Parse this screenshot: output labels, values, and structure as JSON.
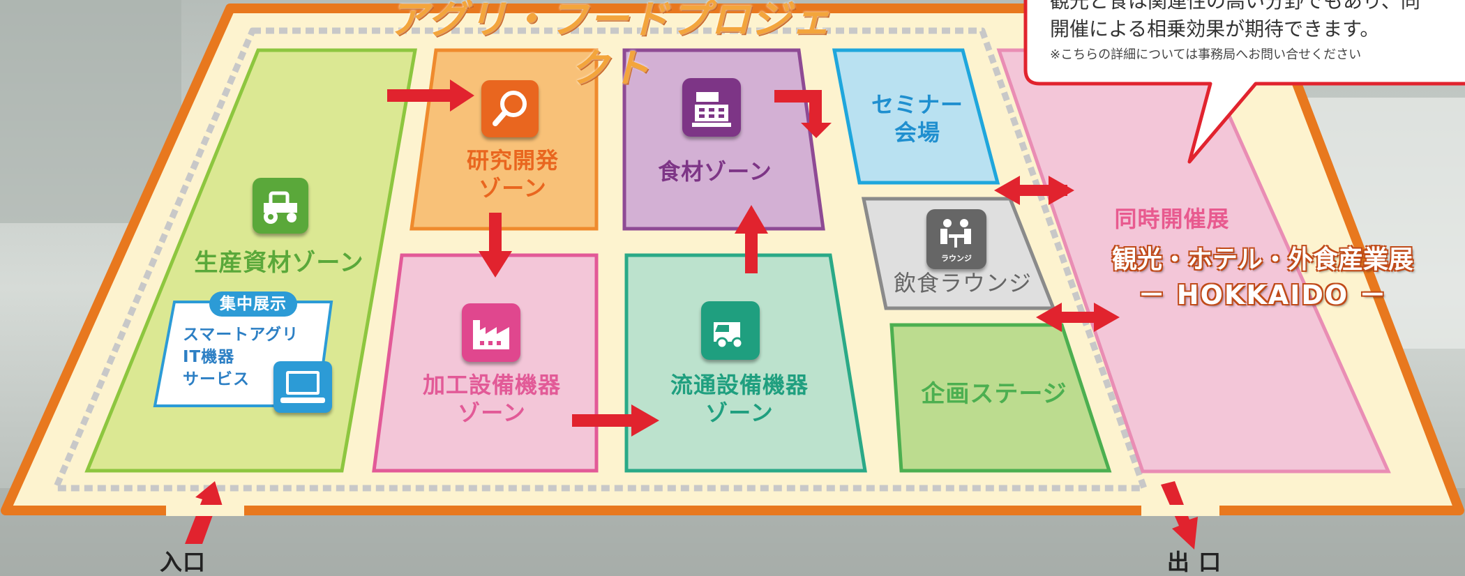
{
  "title": "アグリ・フードプロジェクト",
  "callout": {
    "line1": "観光と食は関連性の高い分野でもあり、同",
    "line2": "開催による相乗効果が期待できます。",
    "note": "※こちらの詳細については事務局へお問い合せください"
  },
  "zones": {
    "production": "生産資材ゾーン",
    "rnd": "研究開発\nゾーン",
    "food": "食材ゾーン",
    "seminar": "セミナー\n会場",
    "processing": "加工設備機器\nゾーン",
    "distribution": "流通設備機器\nゾーン",
    "lounge": "飲食ラウンジ",
    "lounge_icon_text": "ラウンジ",
    "stage": "企画ステージ"
  },
  "featured": {
    "badge": "集中展示",
    "items": "スマートアグリ\nIT機器\nサービス"
  },
  "concurrent": {
    "label": "同時開催展",
    "name": "観光・ホテル・外食産業展",
    "sub": "－ HOKKAIDO －"
  },
  "entrance": "入口",
  "exit": "出 口",
  "colors": {
    "frame": "#e8781e",
    "floor": "#fdf3cf",
    "green_zone": "#dbe893",
    "orange_zone": "#f8c178",
    "purple_zone": "#d3b0d4",
    "blue_zone": "#b9e1f1",
    "pink_zone": "#f3c6d8",
    "mint_zone": "#bce2cd",
    "arrow": "#e1232e"
  }
}
